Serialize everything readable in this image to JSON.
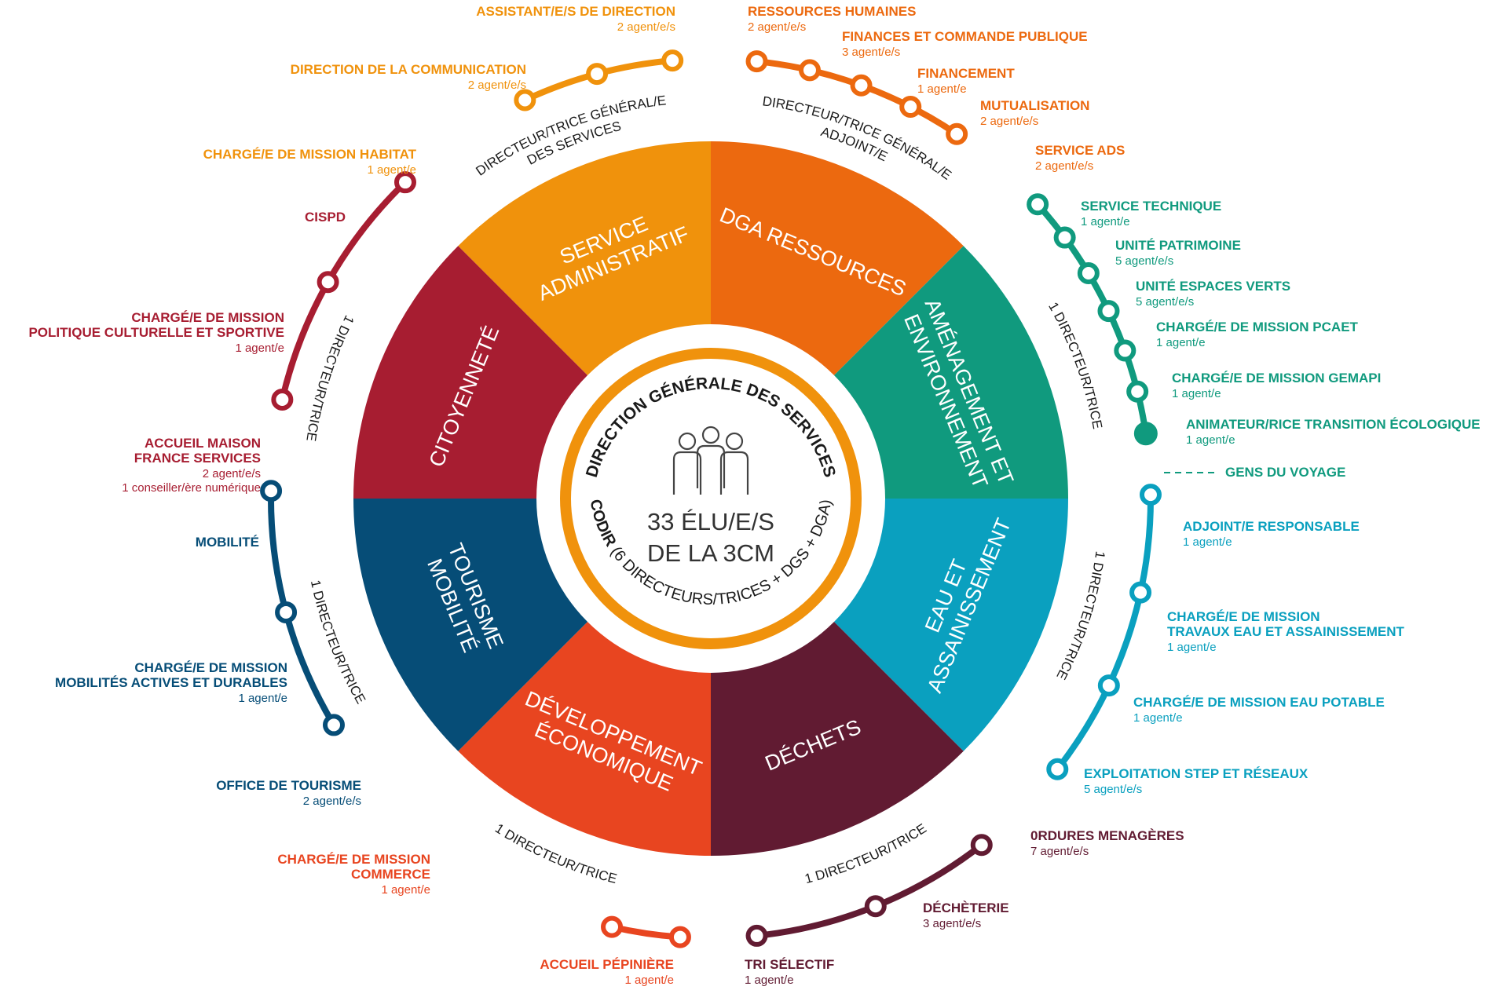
{
  "center": {
    "line1": "33 ÉLU/E/S",
    "line2": "DE LA 3CM",
    "top_arc": "DIRECTION GÉNÉRALE DES SERVICES",
    "bottom_arc_bold": "CODIR",
    "bottom_arc_rest": " (6 DIRECTEURS/TRICES + DGS + DGA)",
    "icon": "people-group-icon"
  },
  "segments": [
    {
      "id": "service-administratif",
      "lines": [
        "SERVICE",
        "ADMINISTRATIF"
      ],
      "color": "#F0920C"
    },
    {
      "id": "dga-ressources",
      "lines": [
        "DGA RESSOURCES"
      ],
      "color": "#EC690F"
    },
    {
      "id": "amenagement-environnement",
      "lines": [
        "AMÉNAGEMENT ET",
        "ENVIRONNEMENT"
      ],
      "color": "#109A7E"
    },
    {
      "id": "eau-assainissement",
      "lines": [
        "EAU ET",
        "ASSAINISSEMENT"
      ],
      "color": "#0AA0BF"
    },
    {
      "id": "dechets",
      "lines": [
        "DÉCHETS"
      ],
      "color": "#611B32"
    },
    {
      "id": "developpement-economique",
      "lines": [
        "DÉVELOPPEMENT",
        "ÉCONOMIQUE"
      ],
      "color": "#E84520"
    },
    {
      "id": "tourisme-mobilite",
      "lines": [
        "TOURISME",
        "MOBILITÉ"
      ],
      "color": "#064D77"
    },
    {
      "id": "citoyennete",
      "lines": [
        "CITOYENNETÉ"
      ],
      "color": "#A71D31"
    }
  ],
  "directors": {
    "dgs": [
      "DIRECTEUR/TRICE GÉNÉRAL/E",
      "DES SERVICES"
    ],
    "dga": [
      "DIRECTEUR/TRICE GÉNÉRAL/E",
      "ADJOINT/E"
    ],
    "amenagement": "1 DIRECTEUR/TRICE",
    "eau": "1 DIRECTEUR/TRICE",
    "dechets": "1 DIRECTEUR/TRICE",
    "developpement": "1 DIRECTEUR/TRICE",
    "tourisme": "1 DIRECTEUR/TRICE",
    "citoyennete": "1 DIRECTEUR/TRICE"
  },
  "services": {
    "administratif": [
      {
        "name": [
          "ASSISTANT/E/S DE DIRECTION"
        ],
        "count": "2 agent/e/s"
      },
      {
        "name": [
          "DIRECTION DE LA COMMUNICATION"
        ],
        "count": "2 agent/e/s"
      },
      {
        "name": [
          "CHARGÉ/E DE MISSION HABITAT"
        ],
        "count": "1 agent/e"
      }
    ],
    "ressources": [
      {
        "name": [
          "RESSOURCES HUMAINES"
        ],
        "count": "2 agent/e/s"
      },
      {
        "name": [
          "FINANCES ET COMMANDE PUBLIQUE"
        ],
        "count": "3 agent/e/s"
      },
      {
        "name": [
          "FINANCEMENT"
        ],
        "count": "1 agent/e"
      },
      {
        "name": [
          "MUTUALISATION"
        ],
        "count": "2 agent/e/s"
      },
      {
        "name": [
          "SERVICE ADS"
        ],
        "count": "2 agent/e/s"
      }
    ],
    "amenagement": [
      {
        "name": [
          "SERVICE TECHNIQUE"
        ],
        "count": "1 agent/e"
      },
      {
        "name": [
          "UNITÉ PATRIMOINE"
        ],
        "count": "5 agent/e/s"
      },
      {
        "name": [
          "UNITÉ ESPACES VERTS"
        ],
        "count": "5 agent/e/s"
      },
      {
        "name": [
          "CHARGÉ/E DE MISSION PCAET"
        ],
        "count": "1 agent/e"
      },
      {
        "name": [
          "CHARGÉ/E DE MISSION GEMAPI"
        ],
        "count": "1 agent/e"
      },
      {
        "name": [
          "ANIMATEUR/RICE TRANSITION ÉCOLOGIQUE"
        ],
        "count": "1 agent/e"
      },
      {
        "name": [
          "GENS DU VOYAGE"
        ],
        "count": ""
      }
    ],
    "eau": [
      {
        "name": [
          "ADJOINT/E RESPONSABLE"
        ],
        "count": "1 agent/e"
      },
      {
        "name": [
          "CHARGÉ/E DE MISSION",
          "TRAVAUX EAU ET ASSAINISSEMENT"
        ],
        "count": "1 agent/e"
      },
      {
        "name": [
          "CHARGÉ/E DE MISSION EAU POTABLE"
        ],
        "count": "1 agent/e"
      },
      {
        "name": [
          "EXPLOITATION STEP ET RÉSEAUX"
        ],
        "count": "5 agent/e/s"
      }
    ],
    "dechets": [
      {
        "name": [
          "0RDURES MENAGÈRES"
        ],
        "count": "7 agent/e/s"
      },
      {
        "name": [
          "DÉCHÈTERIE"
        ],
        "count": "3 agent/e/s"
      },
      {
        "name": [
          "TRI SÉLECTIF"
        ],
        "count": "1 agent/e"
      }
    ],
    "developpement": [
      {
        "name": [
          "CHARGÉ/E DE MISSION",
          "COMMERCE"
        ],
        "count": "1 agent/e"
      },
      {
        "name": [
          "ACCUEIL PÉPINIÈRE"
        ],
        "count": "1 agent/e"
      }
    ],
    "tourisme": [
      {
        "name": [
          "MOBILITÉ"
        ],
        "count": ""
      },
      {
        "name": [
          "CHARGÉ/E DE MISSION",
          "MOBILITÉS ACTIVES ET DURABLES"
        ],
        "count": "1 agent/e"
      },
      {
        "name": [
          "OFFICE DE TOURISME"
        ],
        "count": "2 agent/e/s"
      }
    ],
    "citoyennete": [
      {
        "name": [
          "CISPD"
        ],
        "count": ""
      },
      {
        "name": [
          "CHARGÉ/E DE MISSION",
          "POLITIQUE CULTURELLE ET SPORTIVE"
        ],
        "count": "1 agent/e"
      },
      {
        "name": [
          "ACCUEIL MAISON",
          "FRANCE SERVICES"
        ],
        "count": "2 agent/e/s",
        "extra": "1 conseiller/ère numérique"
      }
    ]
  }
}
